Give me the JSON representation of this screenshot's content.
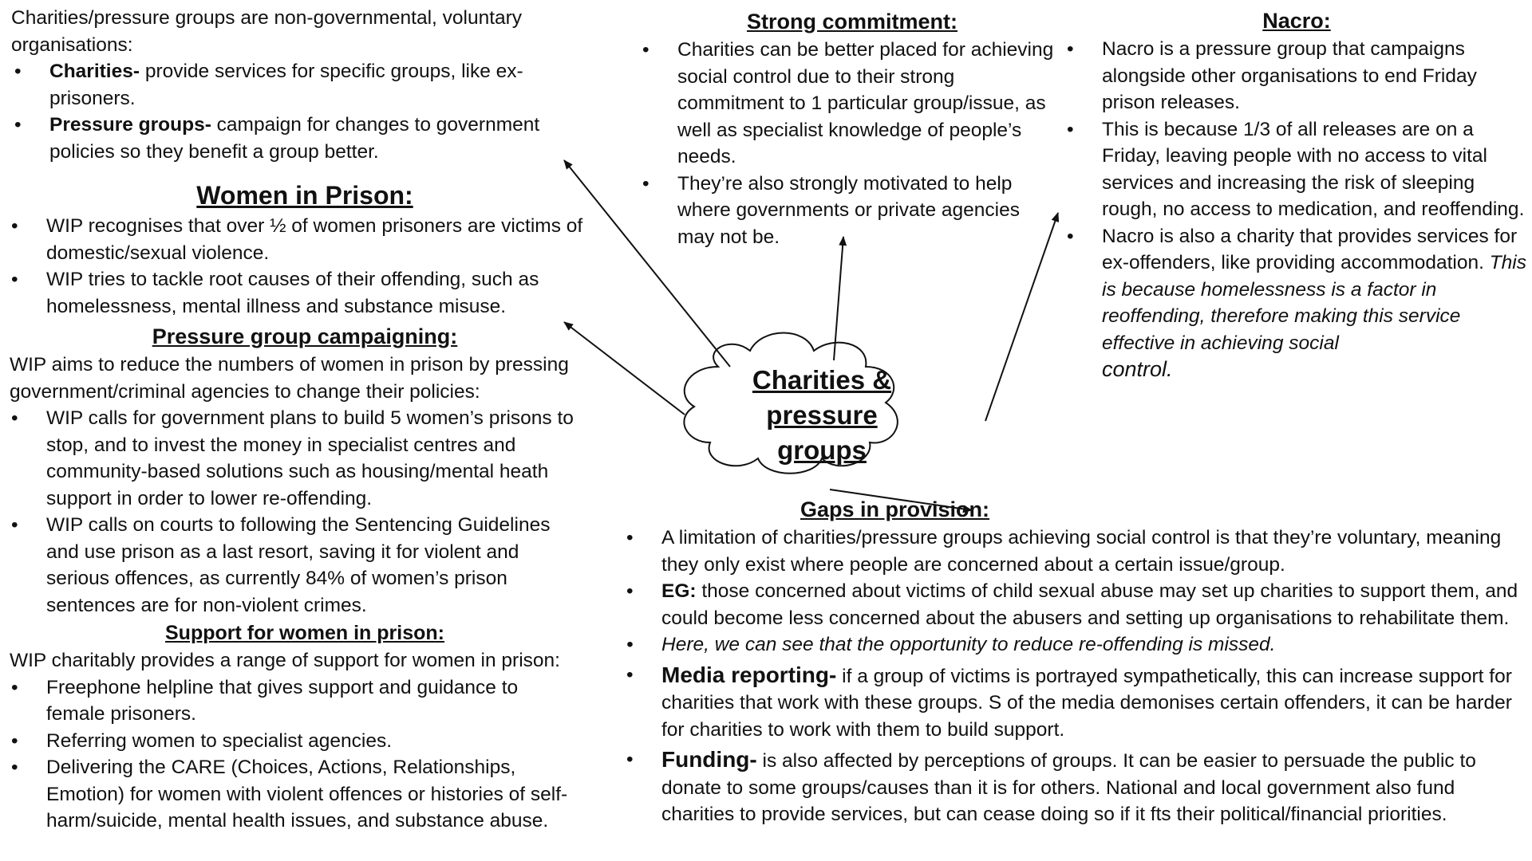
{
  "center": {
    "line1": "Charities &",
    "line2": "pressure",
    "line3": "groups"
  },
  "intro": {
    "text": "Charities/pressure groups are non-governmental, voluntary organisations:",
    "items": [
      {
        "lead": "Charities-",
        "text": " provide services for specific groups, like ex-prisoners."
      },
      {
        "lead": "Pressure groups-",
        "text": " campaign for changes to government policies so they benefit a group better."
      }
    ]
  },
  "women_in_prison": {
    "title": "Women in Prison:",
    "items": [
      "WIP recognises that over ½ of women prisoners are victims of domestic/sexual violence.",
      "WIP tries to tackle root causes of their offending, such as homelessness, mental illness and substance misuse."
    ]
  },
  "campaigning": {
    "title": "Pressure group campaigning:",
    "text": "WIP aims to reduce the numbers of women in prison by pressing government/criminal agencies to change their policies:",
    "items": [
      "WIP calls for government plans to build 5 women’s prisons to stop, and to invest the money in specialist centres and community-based solutions such as housing/mental heath support in order to lower re-offending.",
      "WIP calls on courts to following the Sentencing Guidelines and use prison as a last resort, saving it for violent and serious offences, as currently 84% of women’s prison sentences are for non-violent crimes."
    ]
  },
  "support": {
    "title": "Support for women in prison:",
    "text": "WIP charitably provides a range of support for women in prison:",
    "items": [
      "Freephone helpline that gives support and guidance to female prisoners.",
      "Referring women to specialist agencies.",
      "Delivering the CARE (Choices, Actions, Relationships, Emotion) for women with violent offences or histories of self-harm/suicide, mental health issues, and substance abuse."
    ]
  },
  "commitment": {
    "title": "Strong commitment:",
    "items": [
      "Charities can be better placed for achieving social control due to their strong commitment to 1 particular group/issue, as well as specialist knowledge of people’s needs.",
      "They’re also strongly motivated to help where governments or private agencies may not be."
    ]
  },
  "nacro": {
    "title": "Nacro:",
    "item1": "Nacro is a pressure group that campaigns alongside other organisations to end Friday prison releases.",
    "item2": "This is because 1/3 of all releases are on a Friday, leaving people with no access to vital services and increasing the risk of sleeping rough, no access to medication, and reoffending.",
    "item3_text": "Nacro is also a charity that provides services for ex-offenders, like providing accommodation. ",
    "item3_italic": "This is because homelessness is a factor in reoffending, therefore making this service effective in achieving social",
    "item3_end": "control."
  },
  "gaps": {
    "title": "Gaps in provision:",
    "item1": "A limitation of charities/pressure groups achieving social control is that they’re voluntary, meaning they only exist where people are concerned about a certain issue/group.",
    "item2_lead": "EG:",
    "item2_text": " those concerned about victims of child sexual abuse may set up charities to support them, and could become less concerned about the abusers and setting up organisations to rehabilitate them.",
    "item3": "Here, we can see that the opportunity to reduce re-offending is missed.",
    "item4_lead": "Media reporting-",
    "item4_text": " if a group of victims is portrayed sympathetically, this can increase support for charities that work with these groups. S of the media demonises certain offenders, it can be harder for charities to work with them to build support.",
    "item5_lead": "Funding-",
    "item5_text": " is also affected by perceptions of groups. It can be easier to persuade the public to donate to some groups/causes than it is for others. National and local government also fund charities to provide services, but can cease doing so if it fts their political/financial priorities."
  }
}
